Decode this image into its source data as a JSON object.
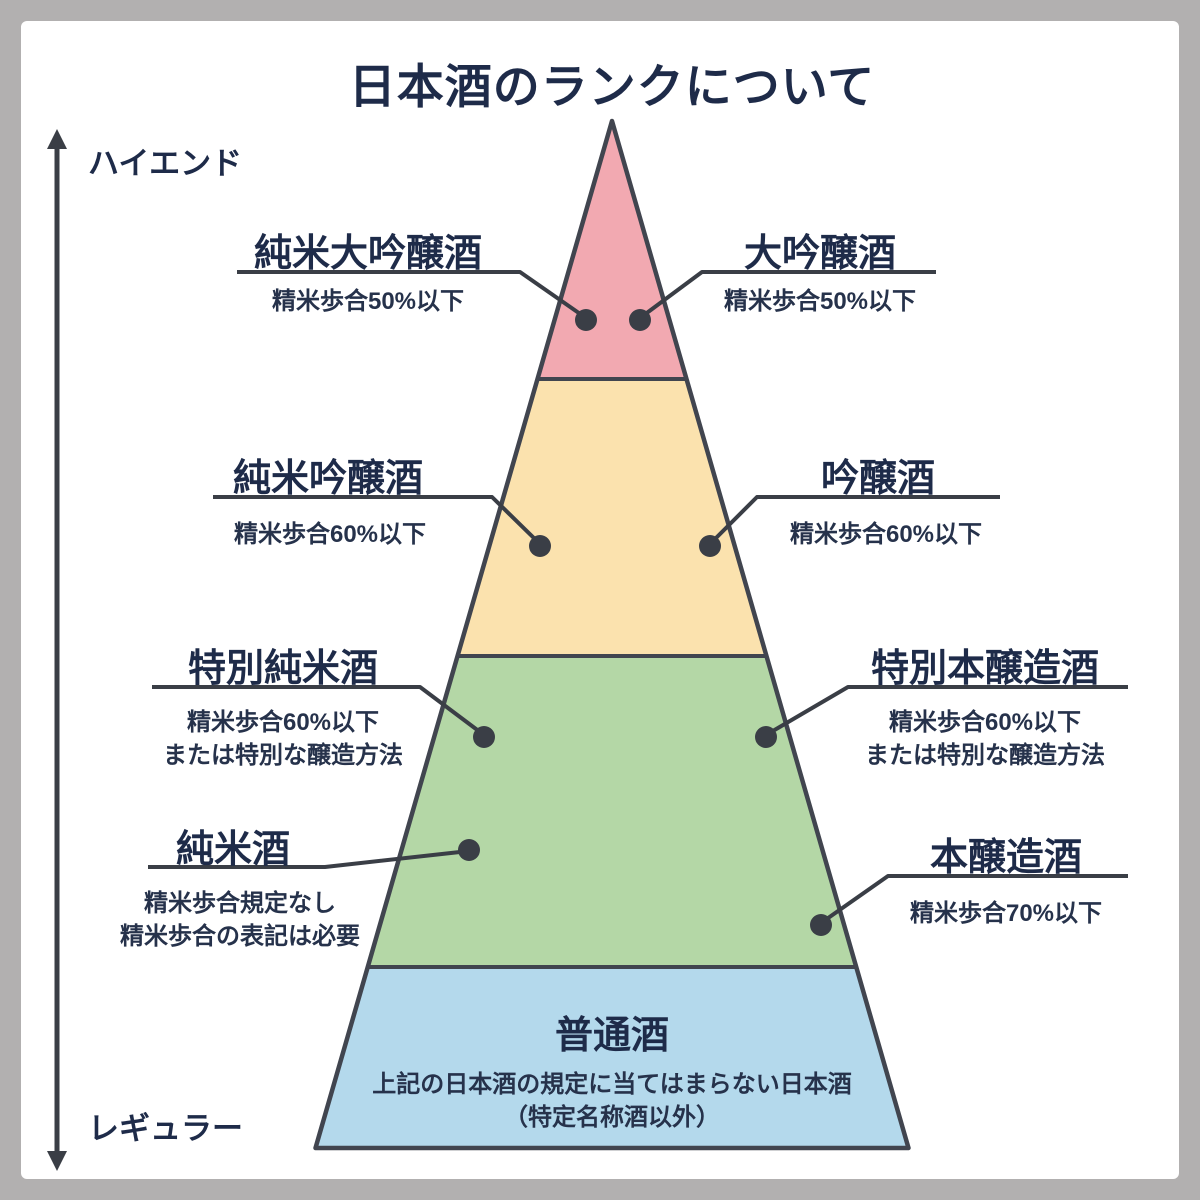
{
  "title": "日本酒のランクについて",
  "axis": {
    "top": "ハイエンド",
    "bottom": "レギュラー"
  },
  "colors": {
    "background": "#b2b0b0",
    "card": "#ffffff",
    "heading_text": "#1e2b49",
    "line": "#3a3e46",
    "tier_daiginjo": "#f2a9b1",
    "tier_ginjo": "#fbe2ae",
    "tier_junmai_honjozo": "#b4d7a6",
    "tier_futsushu": "#b4d9ec"
  },
  "tiers": [
    {
      "id": "daiginjo-tier",
      "left": {
        "label": "純米大吟醸酒",
        "notes": [
          "精米歩合50%以下"
        ]
      },
      "right": {
        "label": "大吟醸酒",
        "notes": [
          "精米歩合50%以下"
        ]
      }
    },
    {
      "id": "ginjo-tier",
      "left": {
        "label": "純米吟醸酒",
        "notes": [
          "精米歩合60%以下"
        ]
      },
      "right": {
        "label": "吟醸酒",
        "notes": [
          "精米歩合60%以下"
        ]
      }
    },
    {
      "id": "junmai-honjozo-tier",
      "upper_left": {
        "label": "特別純米酒",
        "notes": [
          "精米歩合60%以下",
          "または特別な醸造方法"
        ]
      },
      "upper_right": {
        "label": "特別本醸造酒",
        "notes": [
          "精米歩合60%以下",
          "または特別な醸造方法"
        ]
      },
      "lower_left": {
        "label": "純米酒",
        "notes": [
          "精米歩合規定なし",
          "精米歩合の表記は必要"
        ]
      },
      "lower_right": {
        "label": "本醸造酒",
        "notes": [
          "精米歩合70%以下"
        ]
      }
    },
    {
      "id": "futsushu-tier",
      "center": {
        "label": "普通酒",
        "notes": [
          "上記の日本酒の規定に当てはまらない日本酒",
          "（特定名称酒以外）"
        ]
      }
    }
  ]
}
